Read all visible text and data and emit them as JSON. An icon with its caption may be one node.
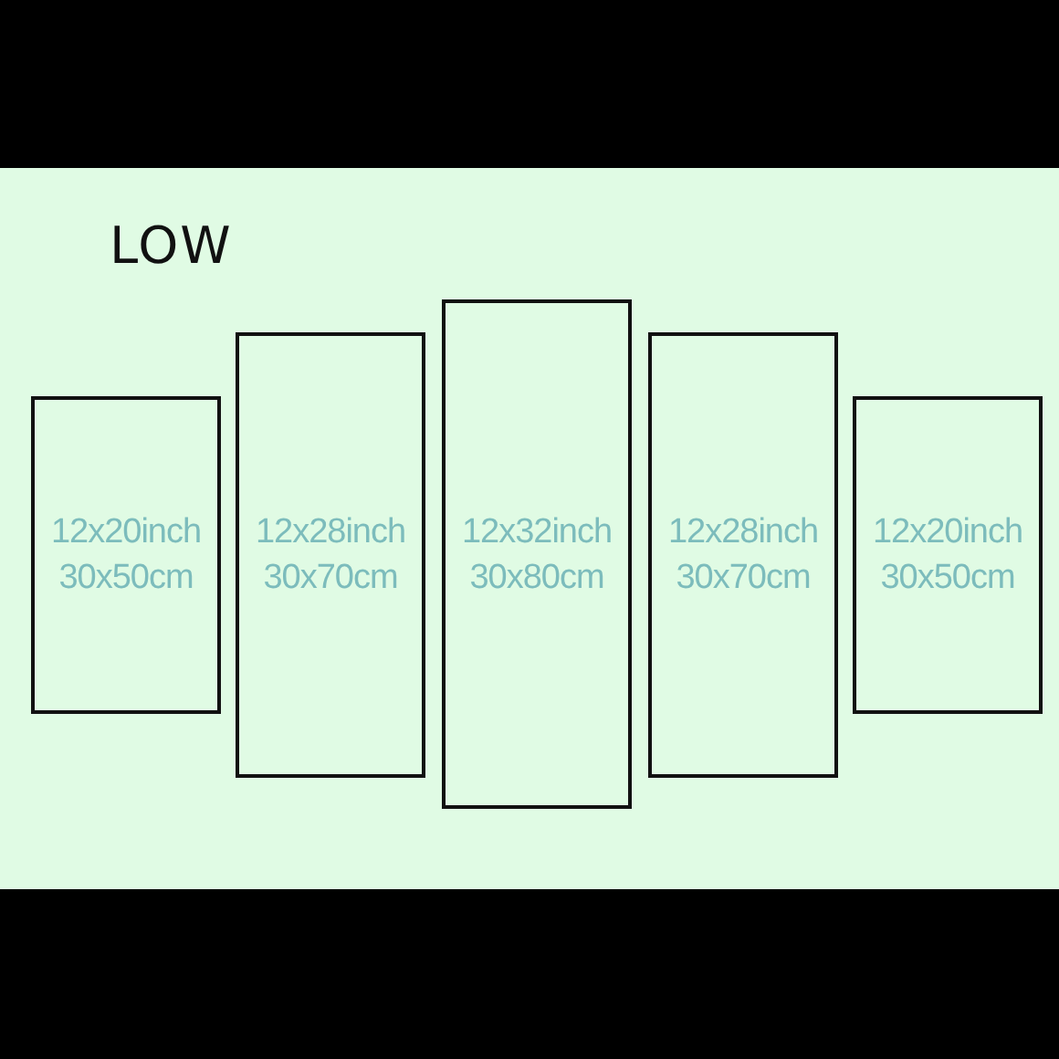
{
  "diagram": {
    "title": "LOW",
    "nodes": [
      {
        "text": [
          "12x20inch",
          "30x50cm"
        ]
      },
      {
        "text": [
          "12x28inch",
          "30x70cm"
        ]
      },
      {
        "text": [
          "12x32inch",
          "30x80cm"
        ]
      },
      {
        "text": [
          "12x28inch",
          "30x70cm"
        ]
      },
      {
        "text": [
          "12x20inch",
          "30x50cm"
        ]
      }
    ]
  }
}
